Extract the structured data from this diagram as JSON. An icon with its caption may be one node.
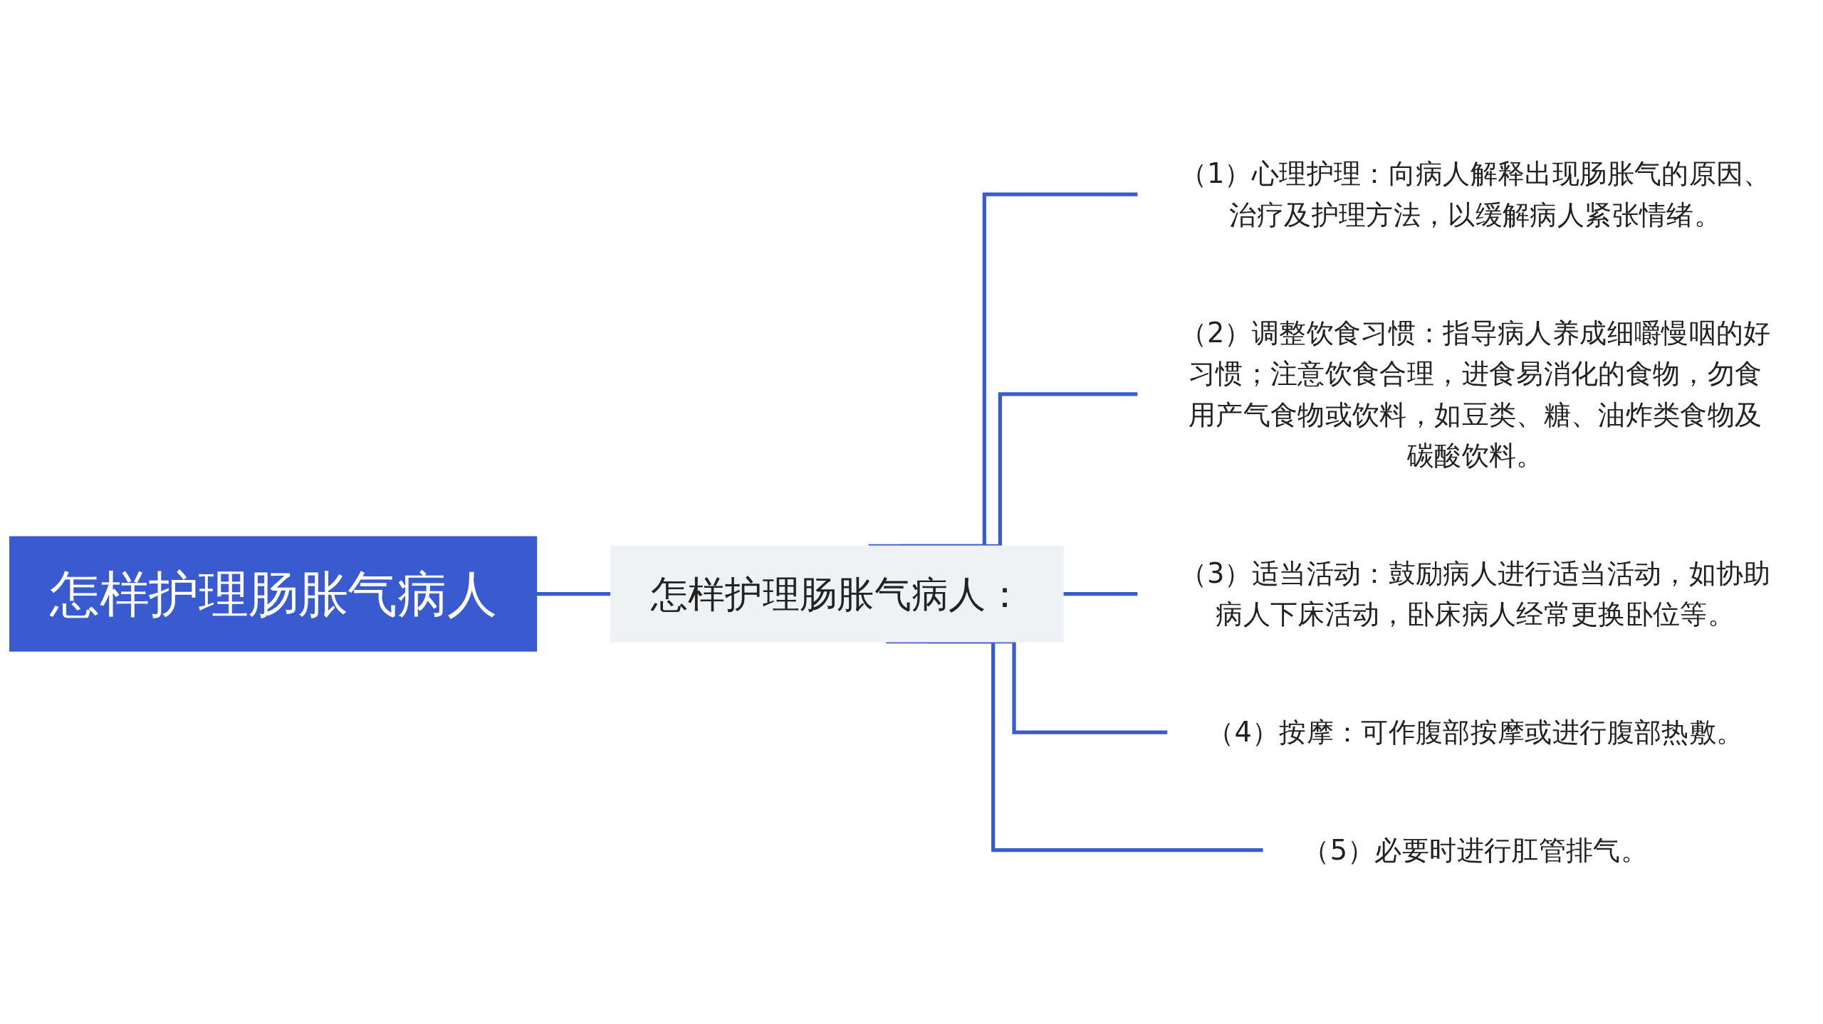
{
  "diagram": {
    "nodes": [
      {
        "text": [
          "怎样护理肠胀气病人"
        ]
      },
      {
        "text": [
          "怎样护理肠胀气病人："
        ]
      },
      {
        "text": [
          "（1）心理护理：向病人解释出现肠胀气的原因、治疗及护理方法，以缓解病人紧张情绪。"
        ]
      },
      {
        "text": [
          "（2）调整饮食习惯：指导病人养成细嚼慢咽的好习惯；注意饮食合理，进食易消化的食物，勿食用产气食物或饮料，如豆类、糖、油炸类食物及碳酸饮料。"
        ]
      },
      {
        "text": [
          "（3）适当活动：鼓励病人进行适当活动，如协助病人下床活动，卧床病人经常更换卧位等。"
        ]
      },
      {
        "text": [
          "（4）按摩：可作腹部按摩或进行腹部热敷。"
        ]
      },
      {
        "text": [
          "（5）必要时进行肛管排气。"
        ]
      }
    ],
    "edges": [
      {
        "from": 0,
        "to": 1,
        "arrow": "none"
      },
      {
        "from": 1,
        "to": 2,
        "arrow": "none"
      },
      {
        "from": 1,
        "to": 3,
        "arrow": "none"
      },
      {
        "from": 1,
        "to": 4,
        "arrow": "none"
      },
      {
        "from": 1,
        "to": 5,
        "arrow": "none"
      },
      {
        "from": 1,
        "to": 6,
        "arrow": "none"
      }
    ]
  }
}
